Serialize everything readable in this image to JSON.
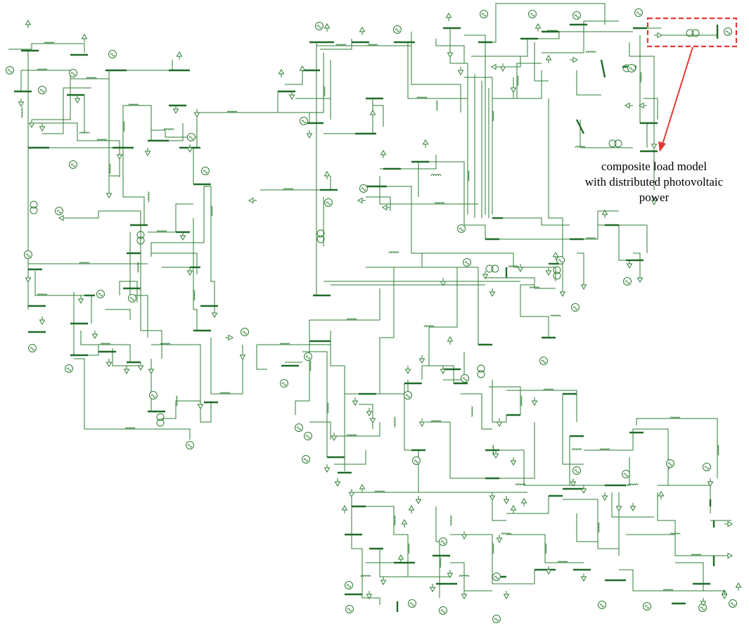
{
  "annotation": {
    "lines": [
      "composite load model",
      "with distributed photovoltaic",
      "power"
    ]
  },
  "colors": {
    "network": "#2e7d32",
    "bus": "#1f6b28",
    "highlight": "#e53935"
  },
  "icons": {
    "generator": "generator-icon",
    "load": "load-arrow-icon",
    "transformer": "transformer-icon",
    "line_impedance": "line-coil-icon"
  }
}
